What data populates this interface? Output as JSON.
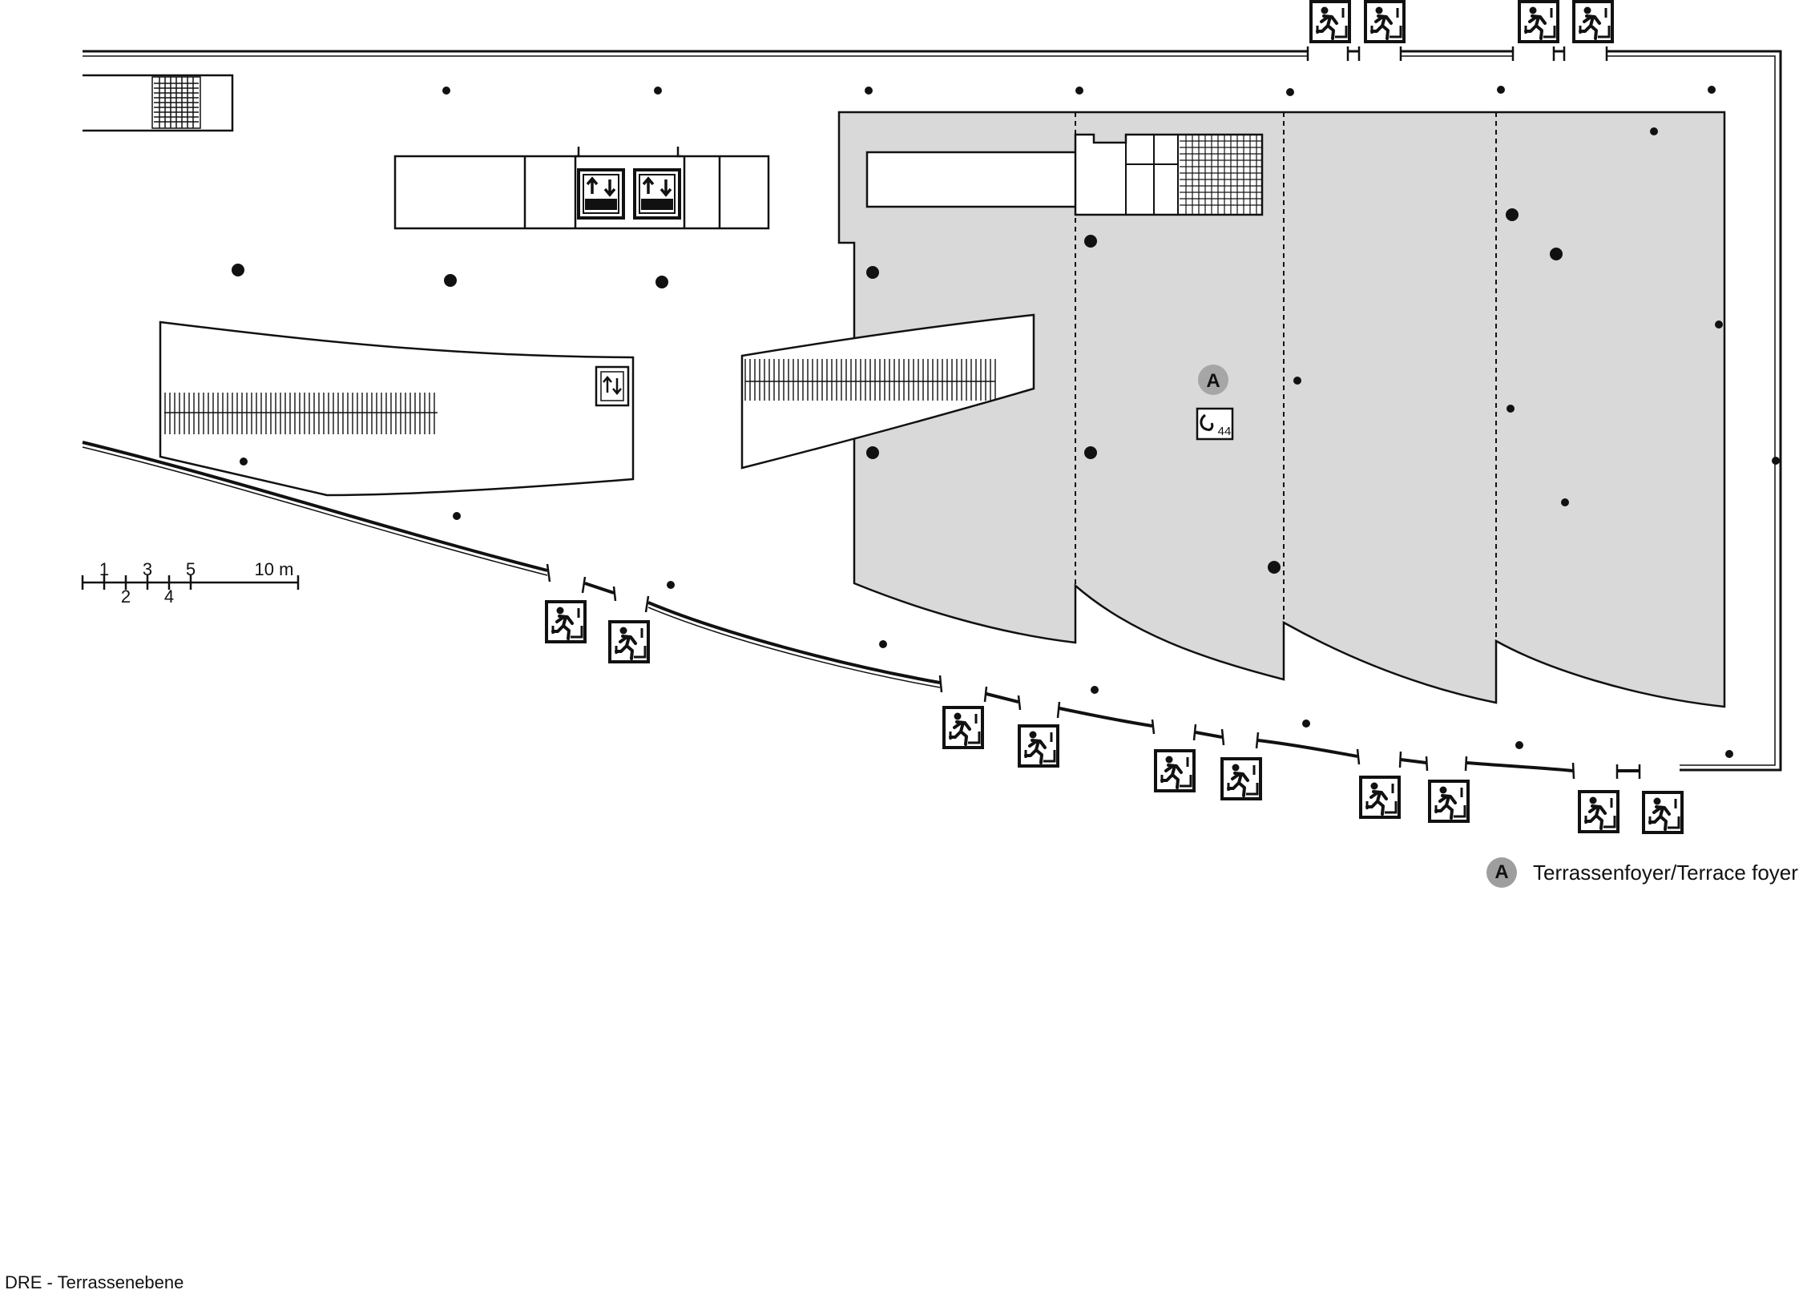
{
  "map": {
    "room_marker": {
      "letter": "A",
      "color": "#a6a6a6"
    },
    "room_area_color": "#d9d9d9",
    "cloakroom_number": "44",
    "icons": [
      "emergency-exit-icon",
      "elevator-icon",
      "cloakroom-icon",
      "stairs-icon"
    ]
  },
  "scale_bar": {
    "top_labels": [
      "1",
      "3",
      "5",
      "10 m"
    ],
    "bottom_labels": [
      "2",
      "4"
    ]
  },
  "legend": {
    "letter": "A",
    "text": "Terrassenfoyer/Terrace foyer"
  },
  "caption": "DRE - Terrassenebene"
}
